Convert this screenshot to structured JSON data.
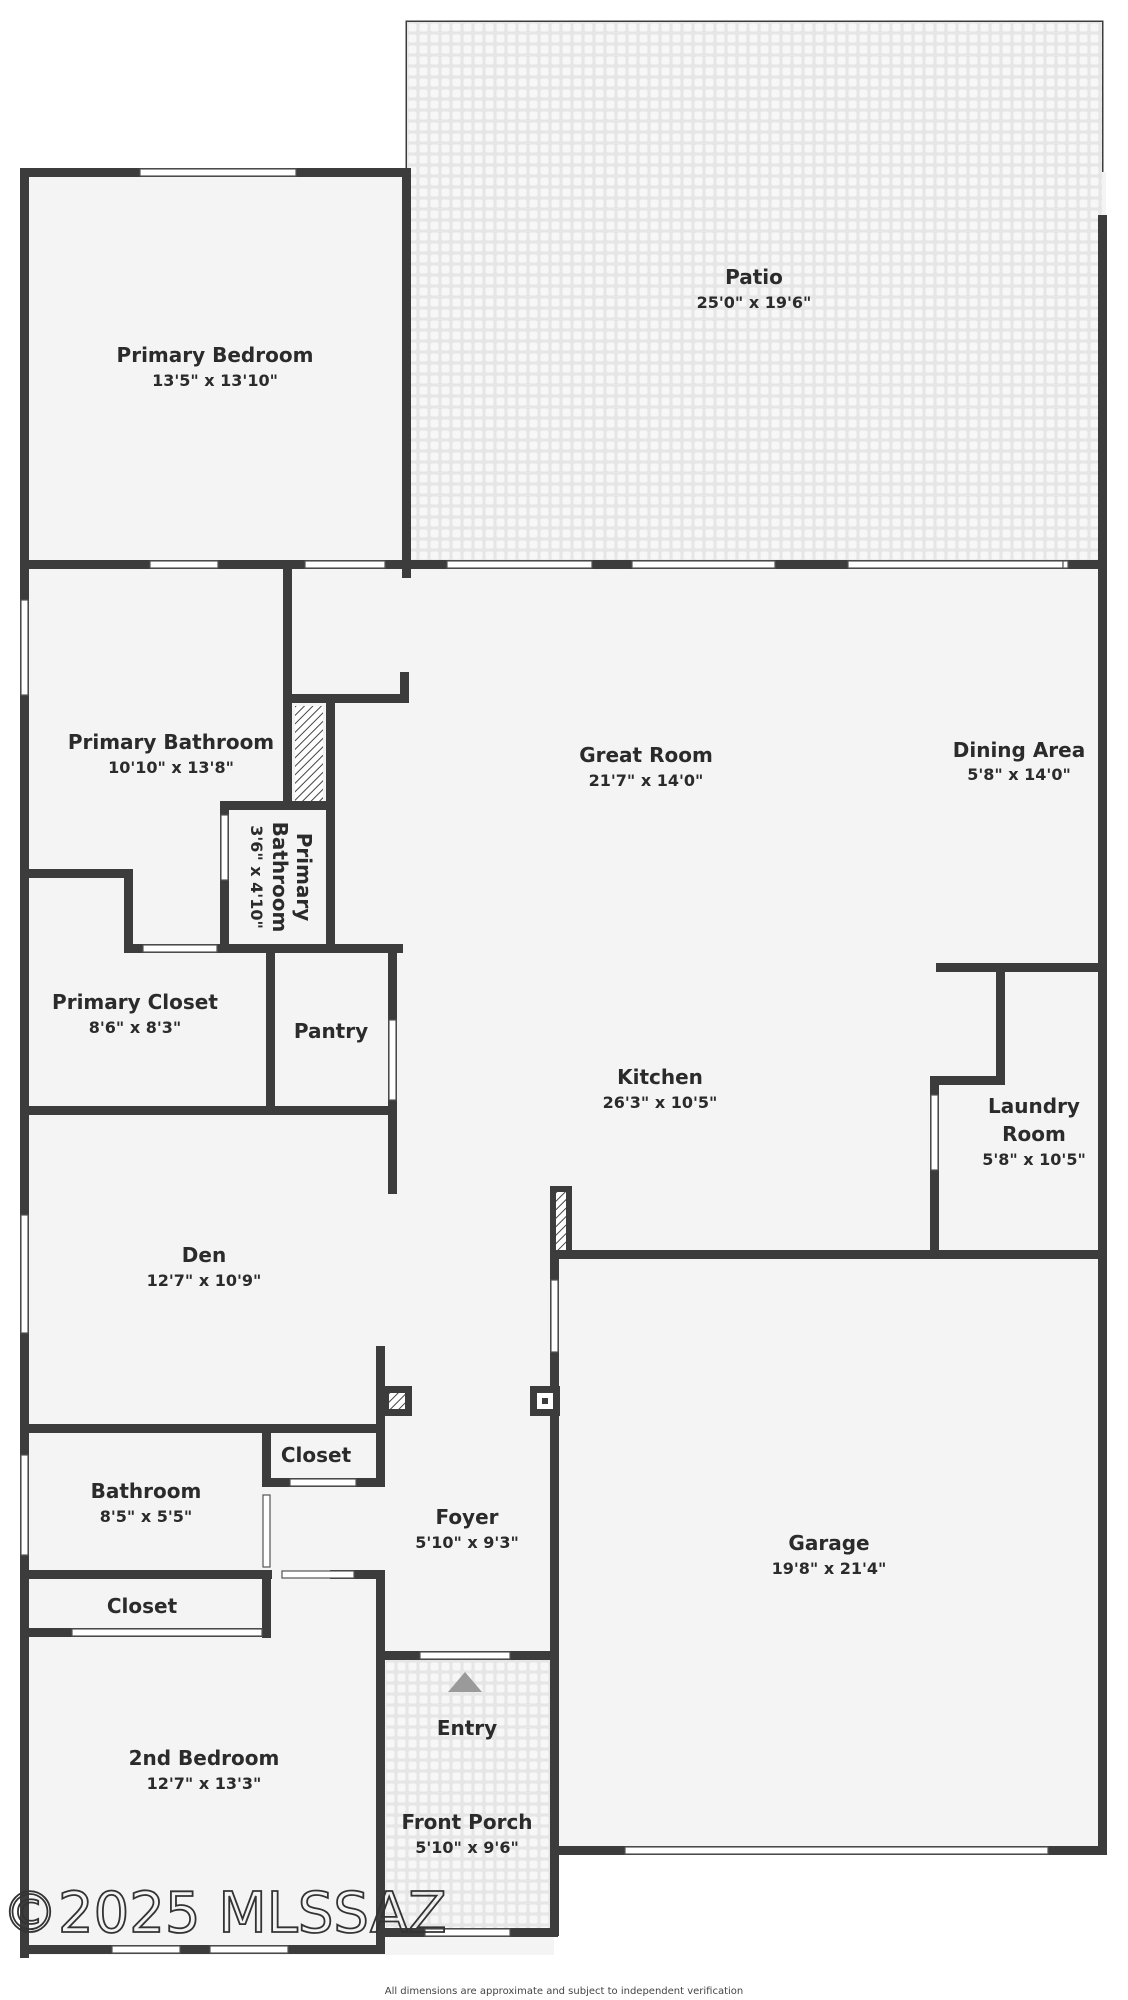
{
  "rooms": {
    "patio": {
      "name": "Patio",
      "dims": "25'0\" x 19'6\""
    },
    "primary_bedroom": {
      "name": "Primary Bedroom",
      "dims": "13'5\" x 13'10\""
    },
    "great_room": {
      "name": "Great Room",
      "dims": "21'7\" x 14'0\""
    },
    "dining_area": {
      "name": "Dining Area",
      "dims": "5'8\" x 14'0\""
    },
    "primary_bathroom": {
      "name": "Primary Bathroom",
      "dims": "10'10\" x 13'8\""
    },
    "primary_bathroom_small": {
      "name_line1": "Primary",
      "name_line2": "Bathroom",
      "dims": "3'6\" x 4'10\""
    },
    "primary_closet": {
      "name": "Primary Closet",
      "dims": "8'6\" x 8'3\""
    },
    "pantry": {
      "name": "Pantry"
    },
    "kitchen": {
      "name": "Kitchen",
      "dims": "26'3\" x 10'5\""
    },
    "laundry_room": {
      "name_line1": "Laundry",
      "name_line2": "Room",
      "dims": "5'8\" x 10'5\""
    },
    "den": {
      "name": "Den",
      "dims": "12'7\" x 10'9\""
    },
    "closet_upper": {
      "name": "Closet"
    },
    "bathroom": {
      "name": "Bathroom",
      "dims": "8'5\" x 5'5\""
    },
    "foyer": {
      "name": "Foyer",
      "dims": "5'10\" x 9'3\""
    },
    "garage": {
      "name": "Garage",
      "dims": "19'8\" x 21'4\""
    },
    "closet_lower": {
      "name": "Closet"
    },
    "entry": {
      "name": "Entry"
    },
    "front_porch": {
      "name": "Front Porch",
      "dims": "5'10\" x 9'6\""
    },
    "second_bedroom": {
      "name": "2nd Bedroom",
      "dims": "12'7\" x 13'3\""
    }
  },
  "watermark": "©2025 MLSSAZ",
  "disclaimer": "All dimensions are approximate and subject to independent verification",
  "colors": {
    "wall": "#3c3c3c",
    "floor": "#f4f4f4",
    "patio": "#e9e9e9",
    "text": "#2b2b2b"
  }
}
